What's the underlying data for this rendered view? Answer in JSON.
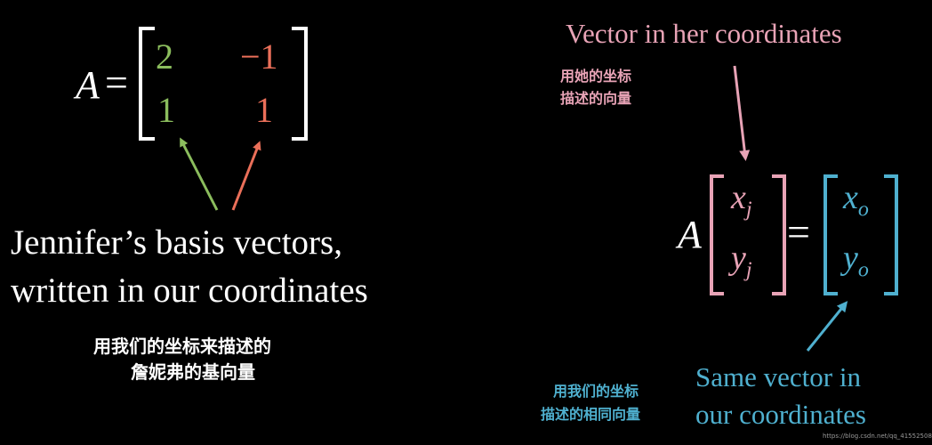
{
  "matrix": {
    "name": "A",
    "equals": "=",
    "entries": [
      [
        "2",
        "−1"
      ],
      [
        "1",
        "1"
      ]
    ],
    "col1_color": "#8bbd5d",
    "col2_color": "#ea6f59"
  },
  "left_caption": {
    "line1": "Jennifer’s basis vectors,",
    "line2": "written in our coordinates",
    "cn_line1": "用我们的坐标来描述的",
    "cn_line2": "詹妮弗的基向量"
  },
  "right_top": {
    "title": "Vector in her coordinates",
    "cn_line1": "用她的坐标",
    "cn_line2": "描述的向量",
    "color": "#e8a3b6"
  },
  "equation": {
    "A": "A",
    "xj": "x",
    "yj": "y",
    "sub_j": "j",
    "equals": "=",
    "xo": "x",
    "yo": "y",
    "sub_o": "o",
    "pink": "#e8a3b6",
    "blue": "#4fb0cf"
  },
  "right_bottom": {
    "line1": "Same vector in",
    "line2": "our coordinates",
    "cn_line1": "用我们的坐标",
    "cn_line2": "描述的相同向量",
    "color": "#4fb0cf"
  },
  "watermark": "https://blog.csdn.net/qq_41552508"
}
